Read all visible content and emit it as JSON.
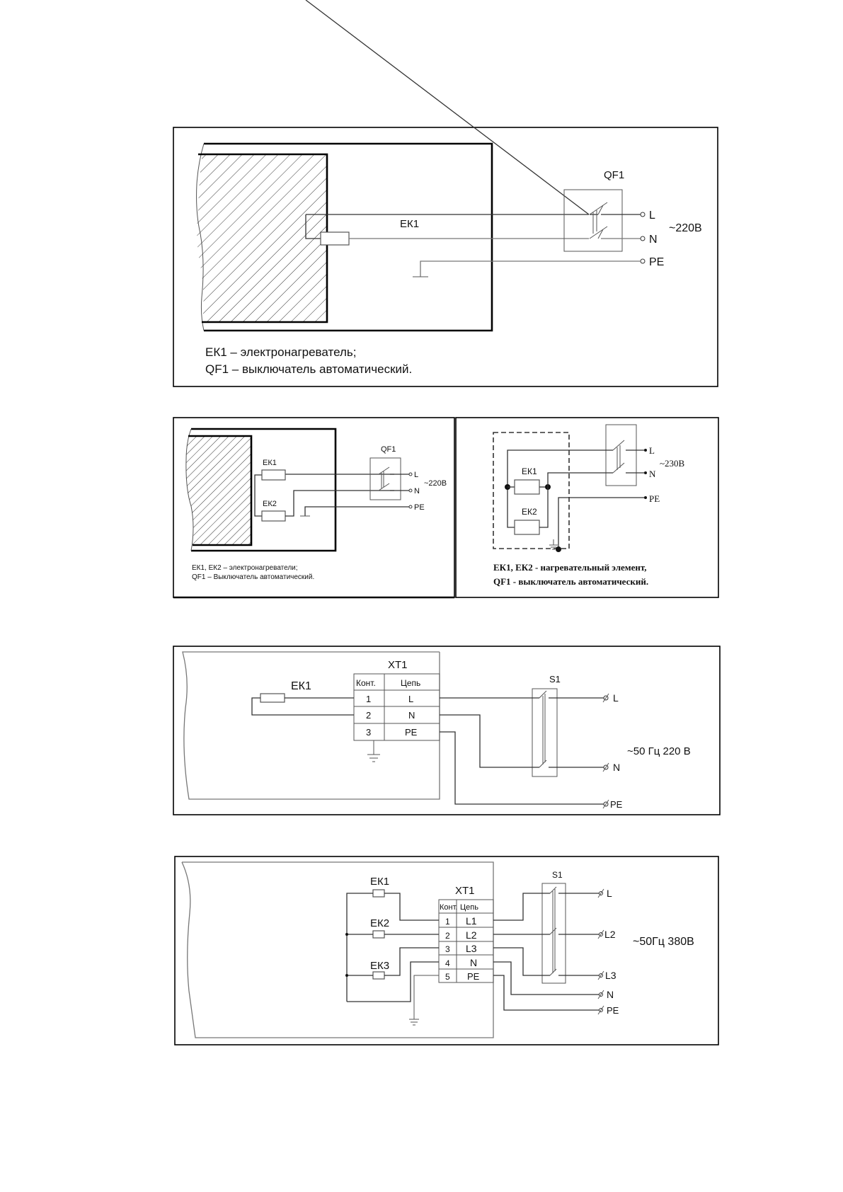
{
  "diagram1": {
    "heater_label": "ЕК1",
    "breaker_label": "QF1",
    "terminals": [
      "L",
      "N",
      "PE"
    ],
    "supply_label": "~220В",
    "legend": [
      "ЕК1 – электронагреватель;",
      "QF1 – выключатель автоматический."
    ]
  },
  "diagram2a": {
    "heater_labels": [
      "ЕК1",
      "ЕК2"
    ],
    "breaker_label": "QF1",
    "terminals": [
      "L",
      "N",
      "PE"
    ],
    "supply_label": "~220В",
    "legend": [
      "ЕК1, ЕК2 – электронагреватели;",
      "QF1 – Выключатель автоматический."
    ]
  },
  "diagram2b": {
    "heater_labels": [
      "ЕК1",
      "ЕК2"
    ],
    "terminals": [
      "L",
      "N",
      "PE"
    ],
    "supply_label": "~230В",
    "legend": [
      "ЕК1, ЕК2 - нагревательный элемент,",
      "QF1 - выключатель автоматический."
    ]
  },
  "diagram3": {
    "heater_label": "ЕК1",
    "terminal_block": {
      "label": "XT1",
      "headers": [
        "Конт.",
        "Цепь"
      ],
      "rows": [
        [
          "1",
          "L"
        ],
        [
          "2",
          "N"
        ],
        [
          "3",
          "PE"
        ]
      ]
    },
    "switch_label": "S1",
    "terminals": [
      "L",
      "N",
      "PE"
    ],
    "supply_label": "~50 Гц 220 В"
  },
  "diagram4": {
    "heater_labels": [
      "ЕК1",
      "ЕК2",
      "ЕК3"
    ],
    "terminal_block": {
      "label": "XT1",
      "headers": [
        "Конт.",
        "Цепь"
      ],
      "rows": [
        [
          "1",
          "L1"
        ],
        [
          "2",
          "L2"
        ],
        [
          "3",
          "L3"
        ],
        [
          "4",
          "N"
        ],
        [
          "5",
          "PE"
        ]
      ]
    },
    "switch_label": "S1",
    "terminals": [
      "L",
      "L2",
      "L3",
      "N",
      "PE"
    ],
    "supply_label": "~50Гц 380В"
  }
}
